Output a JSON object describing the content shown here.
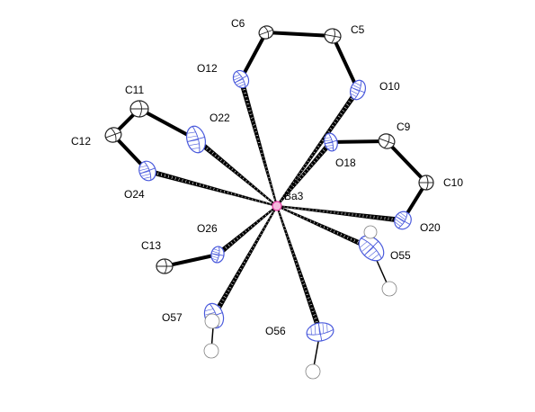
{
  "diagram": {
    "type": "ortep-coordination",
    "center_atom": "Ba3",
    "atoms": [
      {
        "id": "C6",
        "label": "C6",
        "element": "C"
      },
      {
        "id": "C5",
        "label": "C5",
        "element": "C"
      },
      {
        "id": "O12",
        "label": "O12",
        "element": "O"
      },
      {
        "id": "O10",
        "label": "O10",
        "element": "O"
      },
      {
        "id": "C11",
        "label": "C11",
        "element": "C"
      },
      {
        "id": "O22",
        "label": "O22",
        "element": "O"
      },
      {
        "id": "C12",
        "label": "C12",
        "element": "C"
      },
      {
        "id": "C9",
        "label": "C9",
        "element": "C"
      },
      {
        "id": "O18",
        "label": "O18",
        "element": "O"
      },
      {
        "id": "O24",
        "label": "O24",
        "element": "O"
      },
      {
        "id": "C10",
        "label": "C10",
        "element": "C"
      },
      {
        "id": "Ba3",
        "label": "Ba3",
        "element": "Ba"
      },
      {
        "id": "O26",
        "label": "O26",
        "element": "O"
      },
      {
        "id": "O20",
        "label": "O20",
        "element": "O"
      },
      {
        "id": "C13",
        "label": "C13",
        "element": "C"
      },
      {
        "id": "O55",
        "label": "O55",
        "element": "O"
      },
      {
        "id": "O57",
        "label": "O57",
        "element": "O"
      },
      {
        "id": "O56",
        "label": "O56",
        "element": "O"
      },
      {
        "id": "H55a",
        "label": "",
        "element": "H"
      },
      {
        "id": "H55b",
        "label": "",
        "element": "H"
      },
      {
        "id": "H57a",
        "label": "",
        "element": "H"
      },
      {
        "id": "H57b",
        "label": "",
        "element": "H"
      },
      {
        "id": "H56a",
        "label": "",
        "element": "H"
      }
    ],
    "coordination_bonds": [
      [
        "Ba3",
        "O12"
      ],
      [
        "Ba3",
        "O10"
      ],
      [
        "Ba3",
        "O22"
      ],
      [
        "Ba3",
        "O18"
      ],
      [
        "Ba3",
        "O24"
      ],
      [
        "Ba3",
        "O20"
      ],
      [
        "Ba3",
        "O26"
      ],
      [
        "Ba3",
        "O55"
      ],
      [
        "Ba3",
        "O57"
      ],
      [
        "Ba3",
        "O56"
      ]
    ],
    "covalent_bonds": [
      [
        "C6",
        "C5"
      ],
      [
        "C6",
        "O12"
      ],
      [
        "C5",
        "O10"
      ],
      [
        "C11",
        "O22"
      ],
      [
        "C11",
        "C12"
      ],
      [
        "C12",
        "O24"
      ],
      [
        "O18",
        "C9"
      ],
      [
        "C9",
        "C10"
      ],
      [
        "C10",
        "O20"
      ],
      [
        "O26",
        "C13"
      ],
      [
        "O55",
        "H55a"
      ],
      [
        "O55",
        "H55b"
      ],
      [
        "O57",
        "H57a"
      ],
      [
        "O57",
        "H57b"
      ],
      [
        "O56",
        "H56a"
      ]
    ],
    "colors": {
      "oxygen": "#4a5adc",
      "carbon": "#202020",
      "metal": "#e03ca0",
      "bond": "#000000"
    }
  }
}
